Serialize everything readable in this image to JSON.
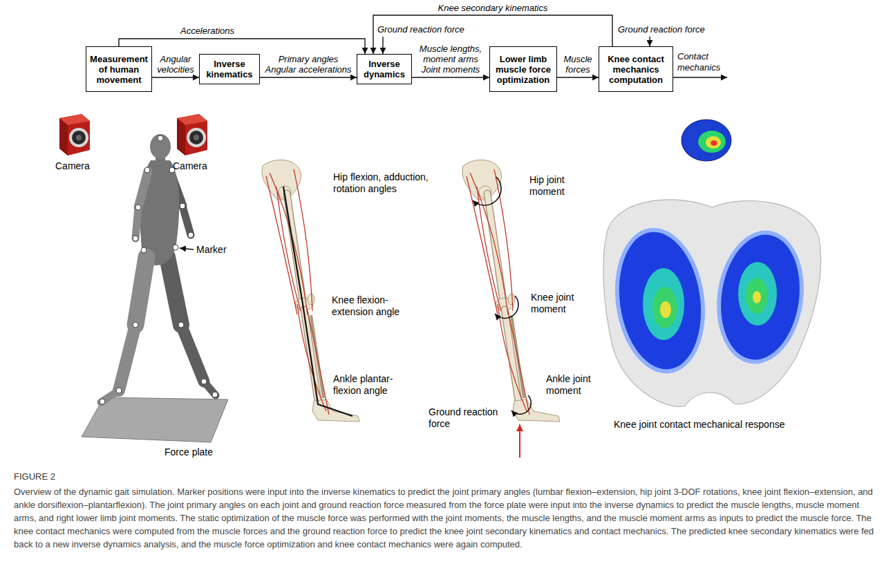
{
  "diagram": {
    "caption": "Overview of the dynamic gait simulation. Marker positions were input into the inverse kinematics to predict the joint primary angles (lumbar flexion–extension, hip joint 3-DOF rotations, knee joint flexion–extension, and ankle dorsiflexion–plantarflexion). The joint primary angles on each joint and ground reaction force measured from the force plate were input into the inverse dynamics to predict the muscle lengths, muscle moment arms, and right lower limb joint moments. The static optimization of the muscle force was performed with the joint moments, the muscle lengths, and the muscle moment arms as inputs to predict the muscle force. The knee contact mechanics were computed from the muscle forces and the ground reaction force to predict the knee joint secondary kinematics and contact mechanics. The predicted knee secondary kinematics were fed back to a new inverse dynamics analysis, and the muscle force optimization and knee contact mechanics were again computed.",
    "nodes": [
      {
        "text": [
          "Measurement of human movement"
        ]
      },
      {
        "text": [
          "Inverse kinematics"
        ]
      },
      {
        "text": [
          "Inverse dynamics"
        ]
      },
      {
        "text": [
          "Lower limb muscle force optimization"
        ]
      },
      {
        "text": [
          "Knee contact mechanics computation"
        ]
      }
    ],
    "edges": [
      {
        "from": 0,
        "to": 1,
        "label": "Angular velocities",
        "arrow": "to"
      },
      {
        "from": 1,
        "to": 2,
        "label": "Primary angles Angular accelerations",
        "arrow": "to"
      },
      {
        "from": 2,
        "to": 3,
        "label": "Muscle lengths, moment arms Joint moments",
        "arrow": "to"
      },
      {
        "from": 3,
        "to": 4,
        "label": "Muscle forces",
        "arrow": "to"
      },
      {
        "from": 0,
        "to": 2,
        "label": "Accelerations",
        "arrow": "to"
      },
      {
        "from": 4,
        "to": 2,
        "label": "Knee secondary kinematics",
        "arrow": "to"
      }
    ],
    "labels": [
      "Ground reaction force",
      "Ground reaction force",
      "Contact mechanics",
      "Camera",
      "Camera",
      "Marker",
      "Force plate",
      "Hip flexion, adduction, rotation angles",
      "Knee flexion- extension angle",
      "Ankle plantar- flexion angle",
      "Hip joint moment",
      "Knee joint moment",
      "Ankle joint moment",
      "Ground reaction force",
      "Knee joint contact mechanical response",
      "FIGURE 2"
    ]
  }
}
